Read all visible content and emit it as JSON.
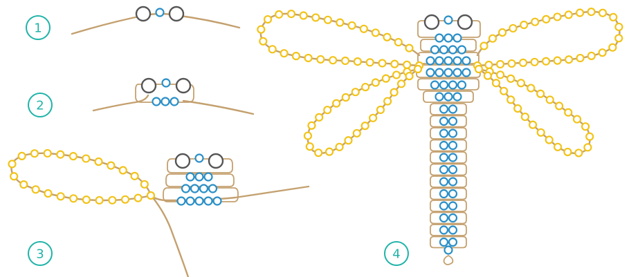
{
  "steps": [
    {
      "label": "1"
    },
    {
      "label": "2"
    },
    {
      "label": "3"
    },
    {
      "label": "4"
    }
  ],
  "colors": {
    "accent": "#1fb3a8",
    "wire": "#c4a06e",
    "bead_blue": "#2a8fc7",
    "bead_gold": "#f2c318",
    "bead_eye": "#555555"
  },
  "icons": {
    "eye_bead": "dark-ring-bead",
    "body_bead": "blue-ring-bead",
    "wing_bead": "gold-ring-bead"
  }
}
